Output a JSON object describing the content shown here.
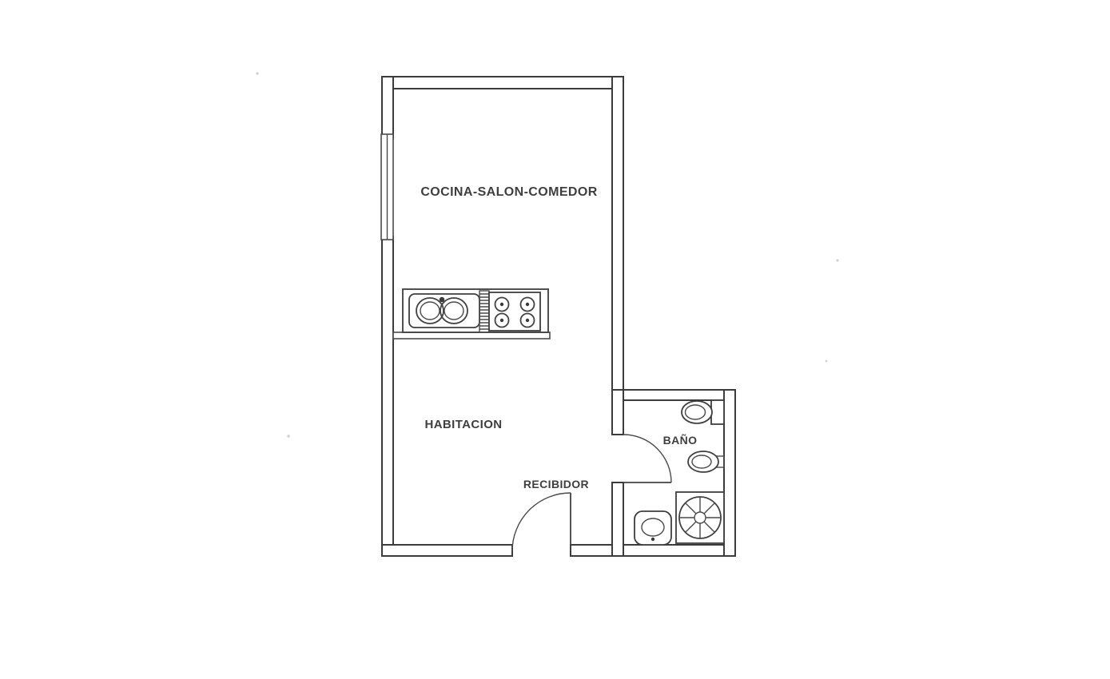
{
  "page": {
    "background": "#ffffff"
  },
  "floor_plan": {
    "line_color": "#3c3c3c",
    "rooms": {
      "kitchen_living_dining": {
        "label": "COCINA-SALON-COMEDOR"
      },
      "bedroom": {
        "label": "HABITACION"
      },
      "entry_hall": {
        "label": "RECIBIDOR"
      },
      "bathroom": {
        "label": "BAÑO"
      }
    },
    "fixture_icons": [
      "kitchen-sink-icon",
      "stove-burners-icon",
      "toilet-icon",
      "washbasin-icon",
      "shower-icon",
      "bidet-icon",
      "window-icon",
      "door-swing-icon"
    ]
  }
}
